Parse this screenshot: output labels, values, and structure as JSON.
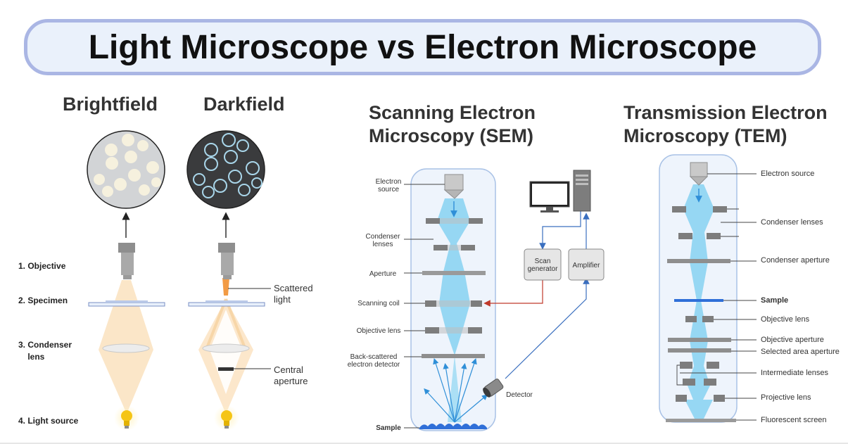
{
  "title": "Light Microscope vs Electron Microscope",
  "brightfield": {
    "heading": "Brightfield"
  },
  "darkfield": {
    "heading": "Darkfield",
    "scattered_light": "Scattered\nlight",
    "central_aperture": "Central\naperture"
  },
  "light_parts": {
    "objective": "1. Objective",
    "specimen": "2. Specimen",
    "condenser": "3. Condenser\n    lens",
    "light_source": "4. Light source"
  },
  "sem": {
    "heading_line1": "Scanning Electron",
    "heading_line2": "Microscopy (SEM)",
    "labels": {
      "electron_source": "Electron\nsource",
      "condenser_lenses": "Condenser\nlenses",
      "aperture": "Aperture",
      "scanning_coil": "Scanning coil",
      "objective_lens": "Objective lens",
      "backscattered": "Back-scattered\nelectron detector",
      "sample": "Sample",
      "detector": "Detector",
      "scan_generator": "Scan\ngenerator",
      "amplifier": "Amplifier"
    }
  },
  "tem": {
    "heading_line1": "Transmission Electron",
    "heading_line2": "Microscopy (TEM)",
    "labels": {
      "electron_source": "Electron source",
      "condenser_lenses": "Condenser lenses",
      "condenser_aperture": "Condenser aperture",
      "sample": "Sample",
      "objective_lens": "Objective lens",
      "objective_aperture": "Objective aperture",
      "selected_area_aperture": "Selected area aperture",
      "intermediate_lenses": "Intermediate lenses",
      "projective_lens": "Projective lens",
      "fluorescent_screen": "Fluorescent screen"
    }
  },
  "colors": {
    "title_border": "#aab6e4",
    "title_bg": "#eaf1fb",
    "beam_light": "#fbe3c2",
    "beam_electron": "#7fd0f0",
    "chamber_bg": "#eef4fc",
    "chamber_border": "#a9c2e6",
    "signal_red": "#c0392b",
    "signal_blue": "#3a6fbf"
  }
}
